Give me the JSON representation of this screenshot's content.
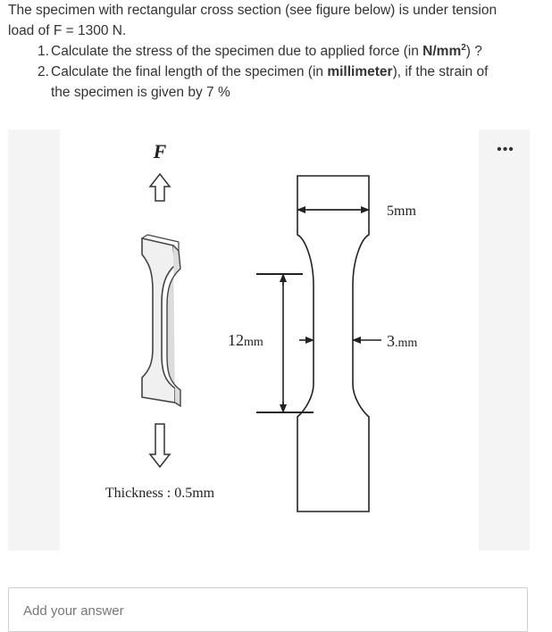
{
  "question": {
    "intro_line1": "The specimen with rectangular cross section (see figure below) is under tension",
    "intro_line2": "load of F = 1300 N.",
    "items": [
      {
        "num": "1.",
        "text_before": "Calculate the stress of the specimen due to applied force (in ",
        "bold": "N/mm",
        "sup": "2",
        "text_after": ") ?"
      },
      {
        "num": "2.",
        "text_before": "Calculate the final length of the specimen (in ",
        "bold": "millimeter",
        "text_after": "), if the strain of",
        "text_line2": "the specimen is given by 7 %"
      }
    ]
  },
  "figure": {
    "force_label": "F",
    "width_label": "5mm",
    "length_value": "12",
    "length_unit": "mm",
    "narrow_value": "3",
    "narrow_unit": ".mm",
    "thickness_label": "Thickness : 0.5mm",
    "more_icon": "ellipsis-icon",
    "more_label": "•••"
  },
  "answer": {
    "placeholder": "Add your answer"
  }
}
